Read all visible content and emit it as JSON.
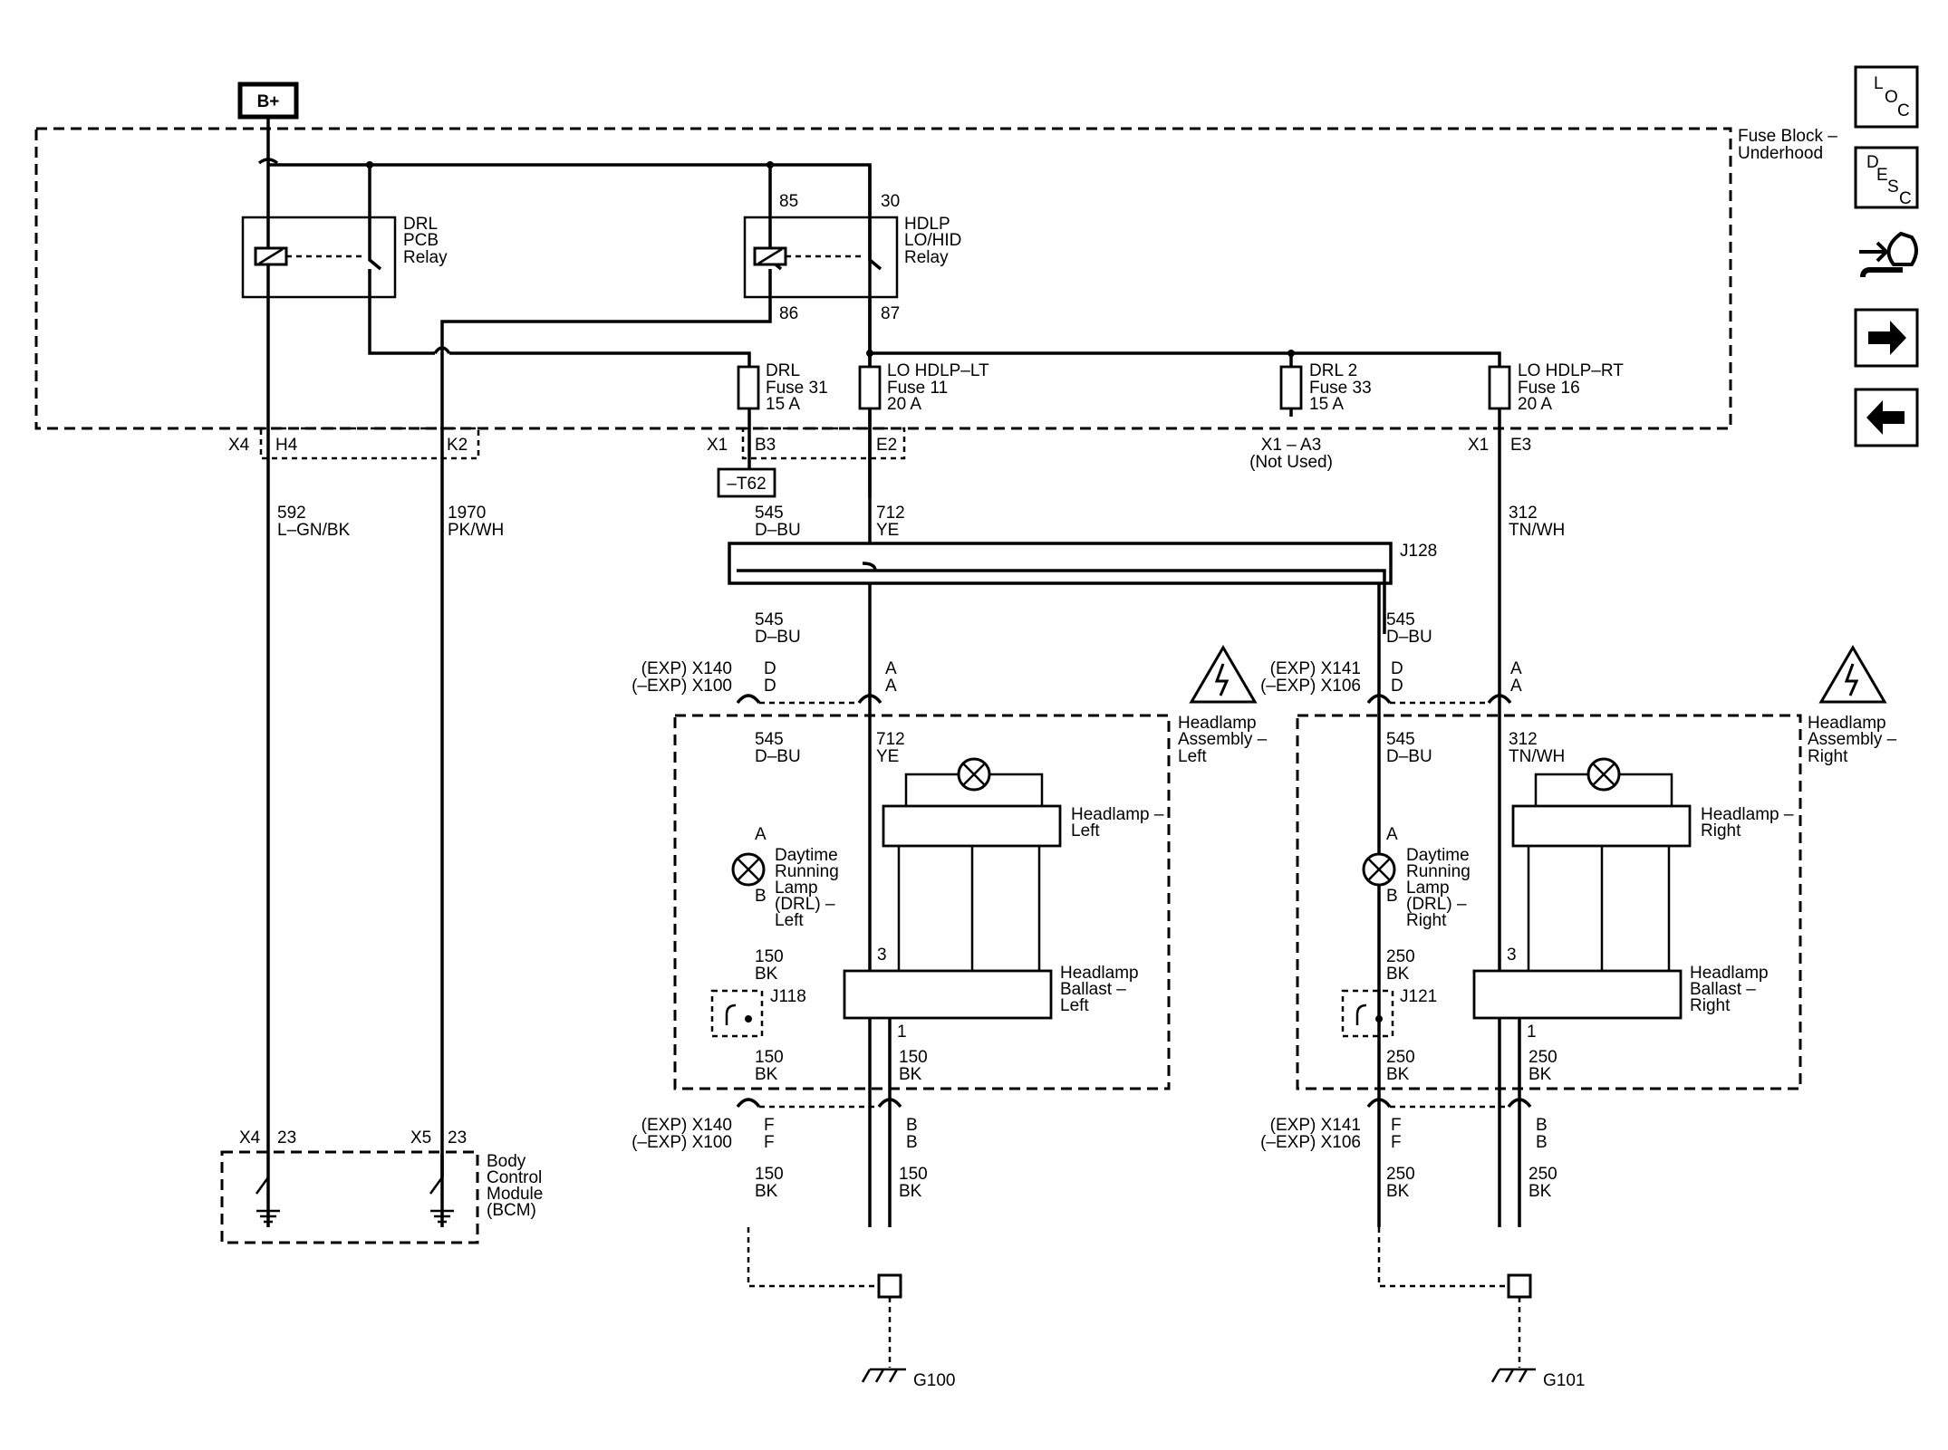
{
  "power": {
    "label": "B+"
  },
  "fuse_block": {
    "line1": "Fuse Block –",
    "line2": "Underhood"
  },
  "relays": {
    "drl": {
      "line1": "DRL",
      "line2": "PCB",
      "line3": "Relay"
    },
    "hdlp": {
      "line1": "HDLP",
      "line2": "LO/HID",
      "line3": "Relay",
      "pin85": "85",
      "pin30": "30",
      "pin86": "86",
      "pin87": "87"
    }
  },
  "fuses": {
    "drl": {
      "line1": "DRL",
      "line2": "Fuse 31",
      "line3": "15 A"
    },
    "lo_lt": {
      "line1": "LO HDLP–LT",
      "line2": "Fuse 11",
      "line3": "20 A"
    },
    "drl2": {
      "line1": "DRL 2",
      "line2": "Fuse 33",
      "line3": "15 A"
    },
    "lo_rt": {
      "line1": "LO HDLP–RT",
      "line2": "Fuse 16",
      "line3": "20 A"
    }
  },
  "fuse_connectors": {
    "x4": "X4",
    "h4": "H4",
    "k2": "K2",
    "x1a": "X1",
    "b3": "B3",
    "e2": "E2",
    "x1_a3": "X1 – A3",
    "not_used": "(Not Used)",
    "x1b": "X1",
    "e3": "E3"
  },
  "t62": "–T62",
  "j128": "J128",
  "wires": {
    "w592": {
      "num": "592",
      "color": "L–GN/BK"
    },
    "w1970": {
      "num": "1970",
      "color": "PK/WH"
    },
    "w545": {
      "num": "545",
      "color": "D–BU"
    },
    "w712": {
      "num": "712",
      "color": "YE"
    },
    "w312": {
      "num": "312",
      "color": "TN/WH"
    },
    "w150": {
      "num": "150",
      "color": "BK"
    },
    "w250": {
      "num": "250",
      "color": "BK"
    }
  },
  "connectors": {
    "x140": "(EXP) X140",
    "x100": "(–EXP) X100",
    "x141": "(EXP) X141",
    "x106": "(–EXP) X106",
    "pin_d": "D",
    "pin_a": "A",
    "pin_f": "F",
    "pin_b": "B"
  },
  "left_assembly": {
    "title1": "Headlamp",
    "title2": "Assembly –",
    "title3": "Left",
    "lamp1": "Headlamp –",
    "lamp2": "Left",
    "ballast1": "Headlamp",
    "ballast2": "Ballast –",
    "ballast3": "Left",
    "drl1": "Daytime",
    "drl2": "Running",
    "drl3": "Lamp",
    "drl4": "(DRL) –",
    "drl5": "Left",
    "pin_a": "A",
    "pin_b": "B",
    "pin3": "3",
    "pin1": "1",
    "splice": "J118"
  },
  "right_assembly": {
    "title1": "Headlamp",
    "title2": "Assembly –",
    "title3": "Right",
    "lamp1": "Headlamp –",
    "lamp2": "Right",
    "ballast1": "Headlamp",
    "ballast2": "Ballast –",
    "ballast3": "Right",
    "drl1": "Daytime",
    "drl2": "Running",
    "drl3": "Lamp",
    "drl4": "(DRL) –",
    "drl5": "Right",
    "pin_a": "A",
    "pin_b": "B",
    "pin3": "3",
    "pin1": "1",
    "splice": "J121"
  },
  "bcm": {
    "line1": "Body",
    "line2": "Control",
    "line3": "Module",
    "line4": "(BCM)",
    "x4": "X4",
    "x5": "X5",
    "pin1": "23",
    "pin2": "23"
  },
  "grounds": {
    "g100": "G100",
    "g101": "G101"
  },
  "nav": {
    "loc": {
      "l1": "L",
      "l2": "O",
      "l3": "C"
    },
    "desc": {
      "l1": "D",
      "l2": "E",
      "l3": "S",
      "l4": "C"
    }
  }
}
